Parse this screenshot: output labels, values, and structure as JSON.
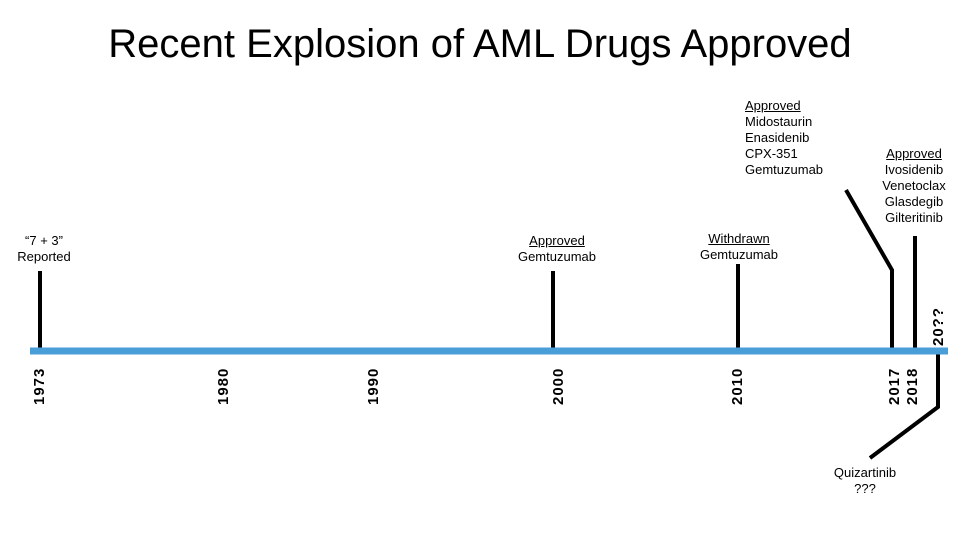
{
  "title": "Recent Explosion of AML Drugs Approved",
  "colors": {
    "timeline": "#4a9ed8",
    "connector": "#000000"
  },
  "years": {
    "y1973": "1973",
    "y1980": "1980",
    "y1990": "1990",
    "y2000": "2000",
    "y2010": "2010",
    "y2017": "2017",
    "y2018": "2018",
    "y20xx": "20??"
  },
  "events": {
    "seven_three": {
      "line1": "“7 + 3”",
      "line2": "Reported"
    },
    "approved_2000": {
      "header": "Approved",
      "drug": "Gemtuzumab"
    },
    "withdrawn_2010": {
      "header": "Withdrawn",
      "drug": "Gemtuzumab"
    },
    "approved_2017": {
      "header": "Approved",
      "drugs": [
        "Midostaurin",
        "Enasidenib",
        "CPX-351",
        "Gemtuzumab"
      ]
    },
    "approved_2018": {
      "header": "Approved",
      "drugs": [
        "Ivosidenib",
        "Venetoclax",
        "Glasdegib",
        "Gilteritinib"
      ]
    },
    "future": {
      "drug": "Quizartinib",
      "status": "???"
    }
  }
}
